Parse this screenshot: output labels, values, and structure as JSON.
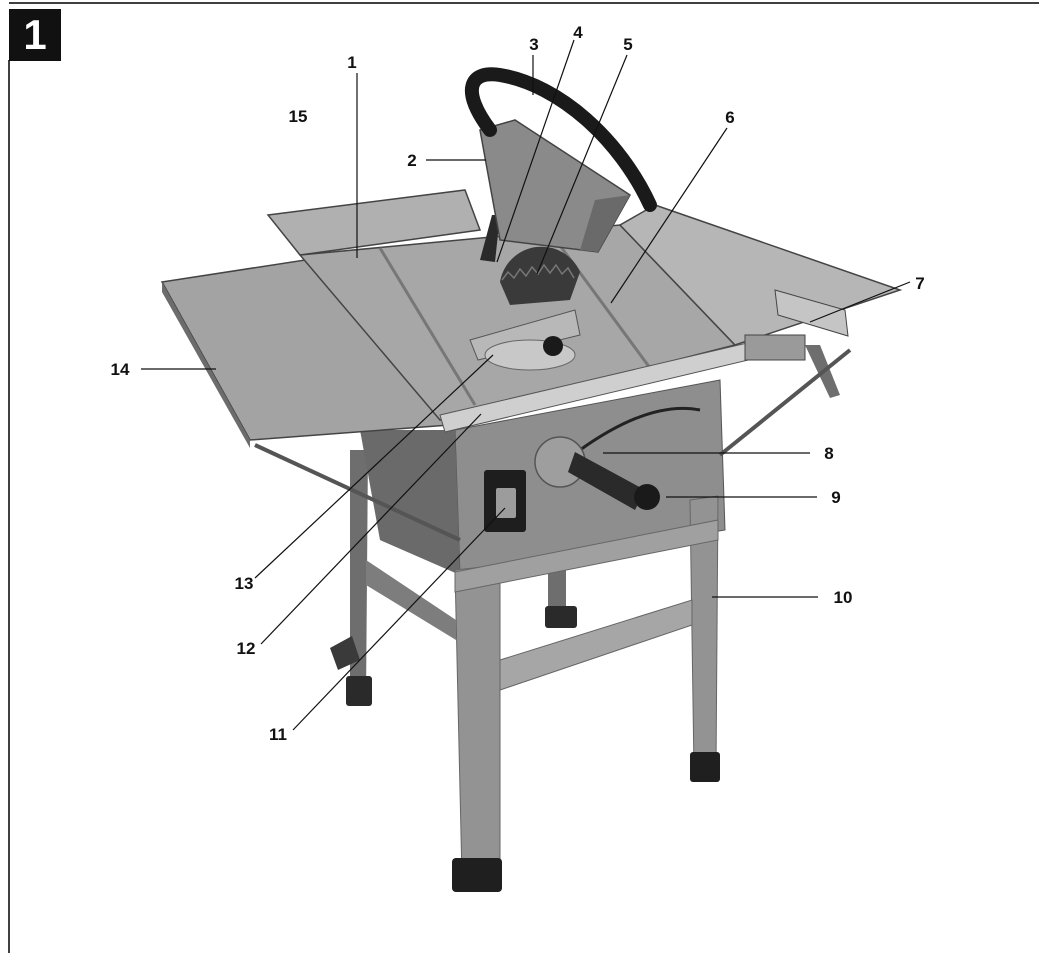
{
  "figure": {
    "number": "1"
  },
  "callouts": [
    {
      "id": "c1",
      "label": "1"
    },
    {
      "id": "c2",
      "label": "2"
    },
    {
      "id": "c3",
      "label": "3"
    },
    {
      "id": "c4",
      "label": "4"
    },
    {
      "id": "c5",
      "label": "5"
    },
    {
      "id": "c6",
      "label": "6"
    },
    {
      "id": "c7",
      "label": "7"
    },
    {
      "id": "c8",
      "label": "8"
    },
    {
      "id": "c9",
      "label": "9"
    },
    {
      "id": "c10",
      "label": "10"
    },
    {
      "id": "c11",
      "label": "11"
    },
    {
      "id": "c12",
      "label": "12"
    },
    {
      "id": "c13",
      "label": "13"
    },
    {
      "id": "c14",
      "label": "14"
    },
    {
      "id": "c15",
      "label": "15"
    }
  ],
  "colors": {
    "frame": "#000000",
    "metal_dark": "#5a5a5a",
    "metal_mid": "#8a8a8a",
    "metal_light": "#b4b4b4",
    "table_top": "#9c9c9c"
  }
}
